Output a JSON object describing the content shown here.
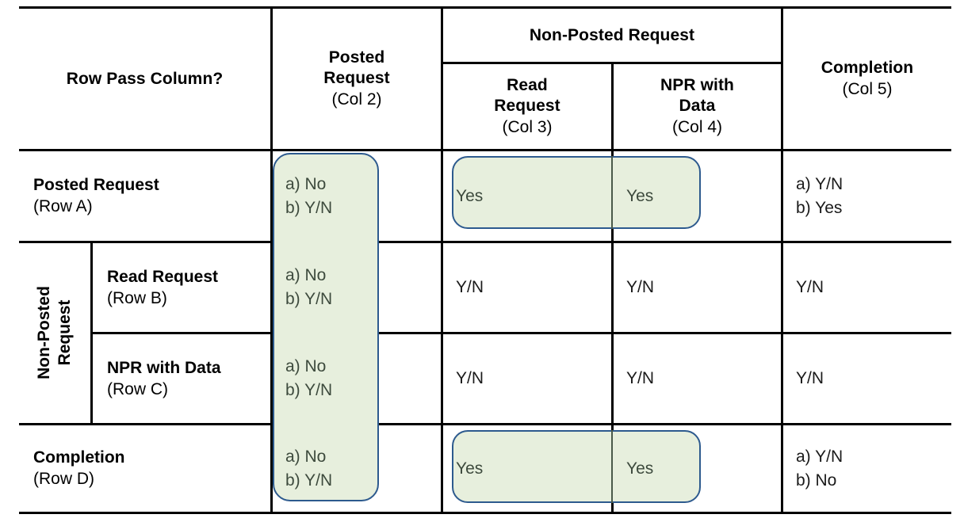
{
  "table": {
    "corner_header": "Row Pass Column?",
    "columns": [
      {
        "name": "col2",
        "title": "Posted\nRequest",
        "label": "Posted Request",
        "sub": "(Col 2)"
      },
      {
        "name": "col3",
        "title": "Read\nRequest",
        "label": "Read Request",
        "sub": "(Col 3)"
      },
      {
        "name": "col4",
        "title": "NPR with\nData",
        "label": "NPR with Data",
        "sub": "(Col 4)"
      },
      {
        "name": "col5",
        "title": "Completion",
        "label": "Completion",
        "sub": "(Col 5)"
      }
    ],
    "column_group": {
      "label": "Non-Posted Request",
      "members": [
        "Read Request (Col 3)",
        "NPR with Data (Col 4)"
      ]
    },
    "row_group": {
      "label_line1": "Non-Posted",
      "label_line2": "Request",
      "members": [
        "Read Request (Row B)",
        "NPR with Data (Row C)"
      ]
    },
    "rows": [
      {
        "name": "row-a",
        "label": "Posted Request",
        "sub": "(Row A)",
        "grouped": false,
        "cells": {
          "col2": [
            "a) No",
            "b) Y/N"
          ],
          "col3": [
            "Yes"
          ],
          "col4": [
            "Yes"
          ],
          "col5": [
            "a) Y/N",
            "b) Yes"
          ]
        }
      },
      {
        "name": "row-b",
        "label": "Read Request",
        "sub": "(Row B)",
        "grouped": true,
        "cells": {
          "col2": [
            "a) No",
            "b) Y/N"
          ],
          "col3": [
            "Y/N"
          ],
          "col4": [
            "Y/N"
          ],
          "col5": [
            "Y/N"
          ]
        }
      },
      {
        "name": "row-c",
        "label": "NPR with Data",
        "sub": "(Row C)",
        "grouped": true,
        "cells": {
          "col2": [
            "a) No",
            "b) Y/N"
          ],
          "col3": [
            "Y/N"
          ],
          "col4": [
            "Y/N"
          ],
          "col5": [
            "Y/N"
          ]
        }
      },
      {
        "name": "row-d",
        "label": "Completion",
        "sub": "(Row D)",
        "grouped": false,
        "cells": {
          "col2": [
            "a) No",
            "b) Y/N"
          ],
          "col3": [
            "Yes"
          ],
          "col4": [
            "Yes"
          ],
          "col5": [
            "a) Y/N",
            "b) No"
          ]
        }
      }
    ],
    "highlights": [
      {
        "name": "highlight-col2",
        "note": "rounded box around all Posted Request (Col 2) answers"
      },
      {
        "name": "highlight-row-a-yes",
        "note": "rounded box around Row A Col 3 and Col 4 Yes answers"
      },
      {
        "name": "highlight-row-d-yes",
        "note": "rounded box around Row D Col 3 and Col 4 Yes answers"
      }
    ],
    "cell_text": {
      "a_no": "a) No",
      "b_yn": "b) Y/N",
      "yes": "Yes",
      "yn": "Y/N",
      "a_yn": "a) Y/N",
      "b_yes": "b) Yes",
      "b_no": "b) No"
    },
    "colors": {
      "highlight_fill": "#E7EFDD",
      "highlight_border": "#2D5A8E",
      "grid": "#000000",
      "text": "#000000",
      "highlight_text": "#3D4A3D"
    }
  }
}
